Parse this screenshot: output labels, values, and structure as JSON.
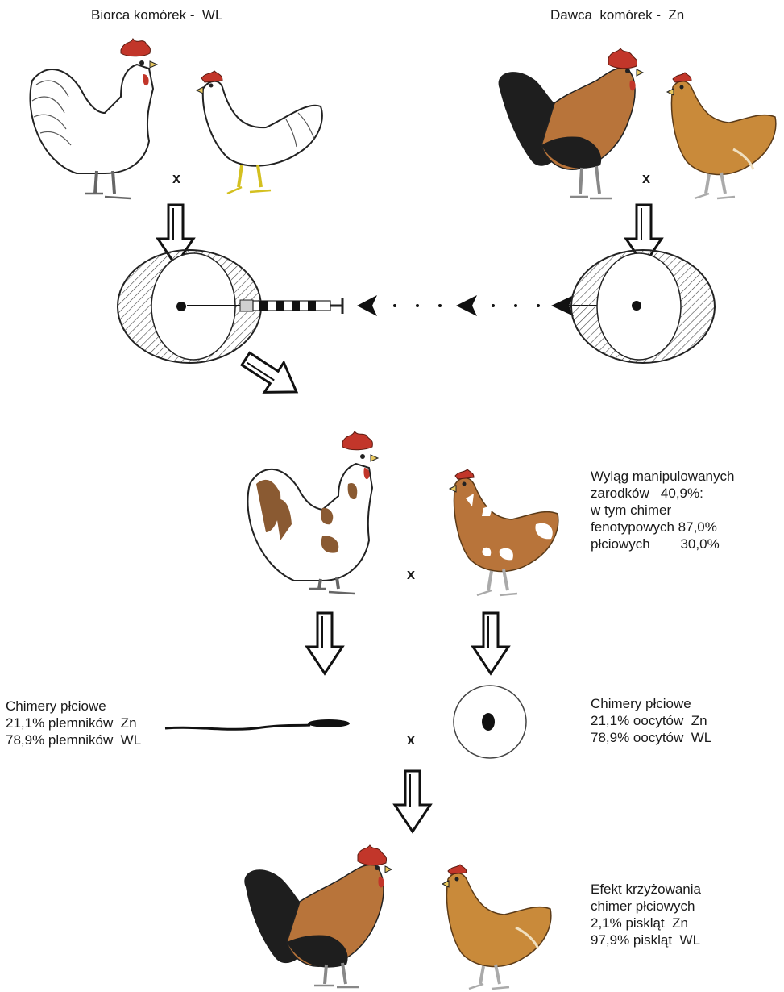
{
  "header": {
    "recipient": "Biorca komórek -  WL",
    "donor": "Dawca  komórek -  Zn"
  },
  "cross_symbol": "x",
  "hatch_result": {
    "line1": "Wyląg manipulowanych",
    "line2": "zarodków   40,9%:",
    "line3": "w tym chimer",
    "line4": "fenotypowych 87,0%",
    "line5": "płciowych        30,0%"
  },
  "male_chimera": {
    "title": "Chimery płciowe",
    "line1": "21,1% plemników  Zn",
    "line2": "78,9% plemników  WL"
  },
  "female_chimera": {
    "title": "Chimery płciowe",
    "line1": "21,1% oocytów  Zn",
    "line2": "78,9% oocytów  WL"
  },
  "cross_effect": {
    "line1": "Efekt krzyżowania",
    "line2": "chimer płciowych",
    "line3": "2,1% piskląt  Zn",
    "line4": "97,9% piskląt  WL"
  },
  "colors": {
    "white_leghorn": "#ffffff",
    "zn_brown": "#b8743a",
    "zn_gold": "#c98a3a",
    "zn_black": "#1e1e1e",
    "comb_red": "#c2362a",
    "chimera_patch": "#8a5a32"
  }
}
